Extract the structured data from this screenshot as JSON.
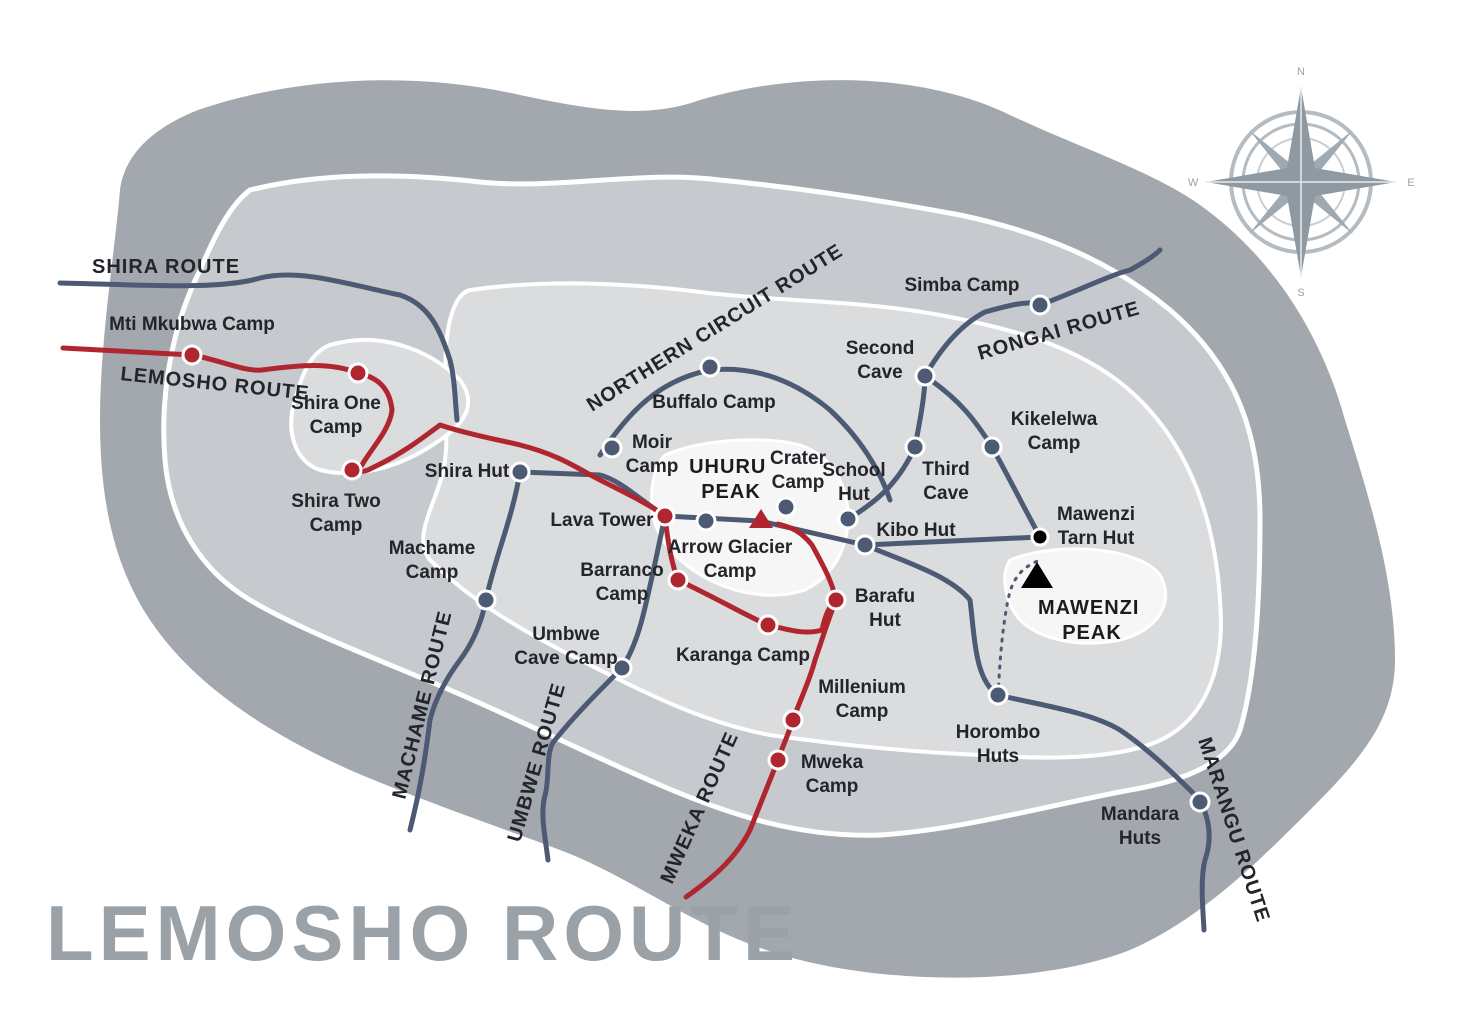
{
  "title": "LEMOSHO ROUTE",
  "colors": {
    "outer": "#a2a8ad",
    "middle": "#c6cace",
    "inner": "#dadcde",
    "snow": "#f6f6f6",
    "highlight_route": "#b0262f",
    "other_routes": "#4d5a73",
    "title": "#9aa2a8"
  },
  "highlighted_route": "LEMOSHO ROUTE",
  "route_labels": {
    "shira": "SHIRA ROUTE",
    "lemosho": "LEMOSHO ROUTE",
    "northern_circuit": "NORTHERN CIRCUIT ROUTE",
    "rongai": "RONGAI ROUTE",
    "machame": "MACHAME ROUTE",
    "umbwe": "UMBWE ROUTE",
    "mweka": "MWEKA ROUTE",
    "marangu": "MARANGU ROUTE"
  },
  "peaks": {
    "uhuru": [
      "UHURU",
      "PEAK"
    ],
    "mawenzi": [
      "MAWENZI",
      "PEAK"
    ]
  },
  "camps": {
    "mti_mkubwa": [
      "Mti Mkubwa Camp"
    ],
    "shira_one": [
      "Shira One",
      "Camp"
    ],
    "shira_two": [
      "Shira Two",
      "Camp"
    ],
    "shira_hut": [
      "Shira Hut"
    ],
    "machame": [
      "Machame",
      "Camp"
    ],
    "umbwe_cave": [
      "Umbwe",
      "Cave Camp"
    ],
    "lava_tower": [
      "Lava Tower"
    ],
    "moir": [
      "Moir",
      "Camp"
    ],
    "buffalo": [
      "Buffalo Camp"
    ],
    "arrow_glacier": [
      "Arrow Glacier",
      "Camp"
    ],
    "barranco": [
      "Barranco",
      "Camp"
    ],
    "karanga": [
      "Karanga Camp"
    ],
    "crater": [
      "Crater",
      "Camp"
    ],
    "school_hut": [
      "School",
      "Hut"
    ],
    "third_cave": [
      "Third",
      "Cave"
    ],
    "second_cave": [
      "Second",
      "Cave"
    ],
    "simba": [
      "Simba Camp"
    ],
    "kikelelwa": [
      "Kikelelwa",
      "Camp"
    ],
    "kibo_hut": [
      "Kibo Hut"
    ],
    "mawenzi_tarn": [
      "Mawenzi",
      "Tarn Hut"
    ],
    "barafu": [
      "Barafu",
      "Hut"
    ],
    "millenium": [
      "Millenium",
      "Camp"
    ],
    "mweka": [
      "Mweka",
      "Camp"
    ],
    "horombo": [
      "Horombo",
      "Huts"
    ],
    "mandara": [
      "Mandara",
      "Huts"
    ]
  },
  "compass": {
    "n": "N",
    "s": "S",
    "e": "E",
    "w": "W"
  }
}
